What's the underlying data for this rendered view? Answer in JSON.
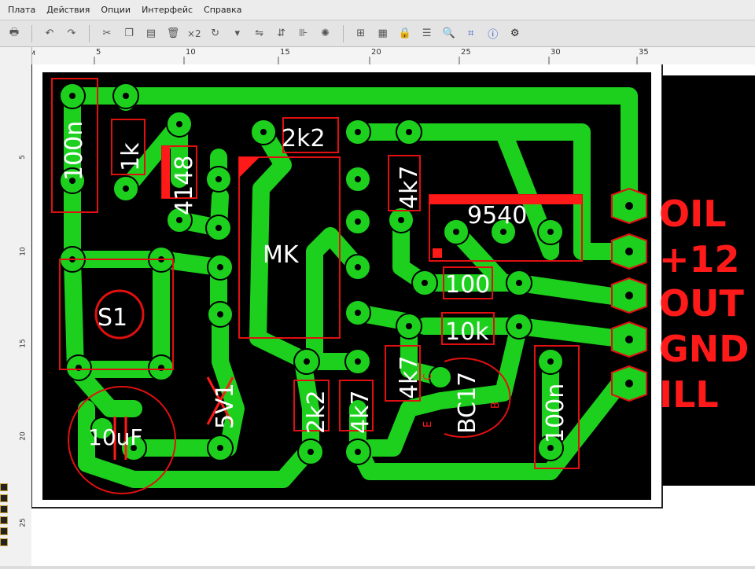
{
  "menu": [
    "Плата",
    "Действия",
    "Опции",
    "Интерфейс",
    "Справка"
  ],
  "toolbar": {
    "multiply_label": "×2"
  },
  "ruler": {
    "unit": "мм",
    "top_ticks": [
      "5",
      "10",
      "15",
      "20",
      "25",
      "30",
      "35"
    ],
    "left_ticks": [
      "5",
      "10",
      "15",
      "20",
      "25"
    ]
  },
  "components": {
    "c1": "100n",
    "r1": "1k",
    "d1": "4148",
    "r2": "2k2",
    "ic1": "MK",
    "r3": "4k7",
    "ic2": "9540",
    "s1": "S1",
    "r4": "100",
    "r5": "10k",
    "r6": "4k7",
    "t1": "BC17",
    "c2": "100n",
    "zd": "5V1",
    "r7": "2k2",
    "r8": "4k7",
    "c3": "10uF"
  },
  "transistor_pins": {
    "c": "C",
    "b": "B",
    "e": "E"
  },
  "connector_labels": [
    "OIL",
    "+12",
    "OUT",
    "GND",
    "ILL"
  ],
  "colors": {
    "copper": "#1ed01e",
    "silk": "#ffffff",
    "outline": "#e01010",
    "board": "#000000"
  }
}
